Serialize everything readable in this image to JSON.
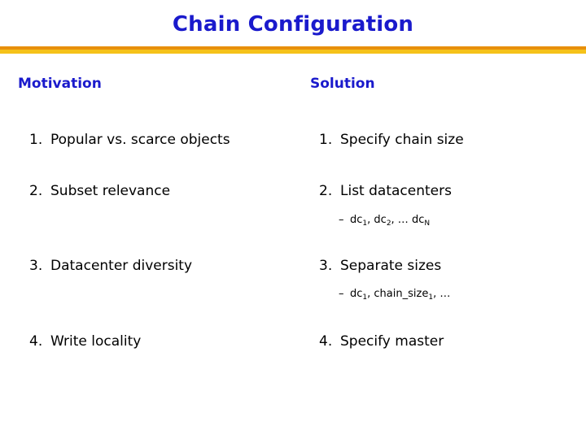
{
  "slide": {
    "title": "Chain Configuration",
    "title_color": "#1a1acc",
    "divider_top_color": "#e8900c",
    "divider_bottom_color": "#f5c21a",
    "background_color": "#ffffff",
    "body_text_color": "#000000"
  },
  "columns": {
    "left": {
      "header": "Motivation",
      "items": [
        {
          "num": "1.",
          "text": "Popular vs. scarce objects"
        },
        {
          "num": "2.",
          "text": "Subset relevance"
        },
        {
          "num": "3.",
          "text": "Datacenter diversity"
        },
        {
          "num": "4.",
          "text": "Write locality"
        }
      ]
    },
    "right": {
      "header": "Solution",
      "items": [
        {
          "num": "1.",
          "text": "Specify chain size"
        },
        {
          "num": "2.",
          "text": "List datacenters"
        },
        {
          "num": "3.",
          "text": "Separate sizes"
        },
        {
          "num": "4.",
          "text": "Specify master"
        }
      ],
      "sub_items": [
        {
          "dash": "–",
          "parts": [
            {
              "base": "dc",
              "sub": "1"
            },
            {
              "base": ", dc",
              "sub": "2"
            },
            {
              "base": ", … dc",
              "sub": "N"
            }
          ]
        },
        {
          "dash": "–",
          "parts": [
            {
              "base": "dc",
              "sub": "1"
            },
            {
              "base": ", chain_size",
              "sub": "1"
            },
            {
              "base": ", …",
              "sub": ""
            }
          ]
        }
      ]
    }
  }
}
